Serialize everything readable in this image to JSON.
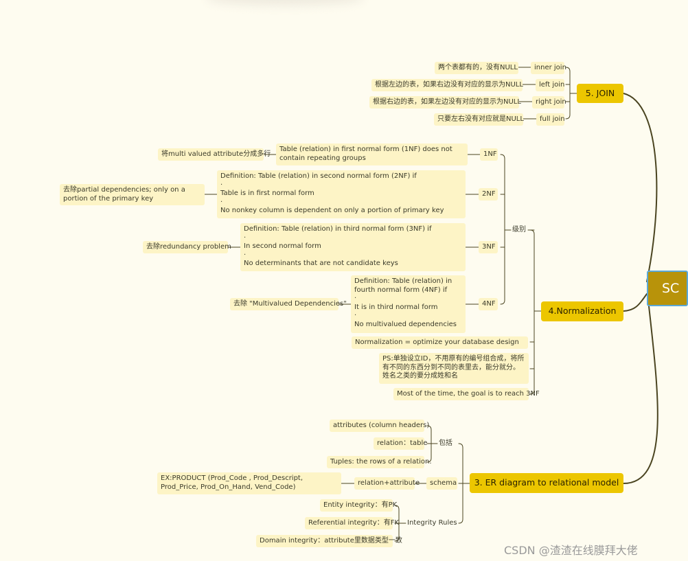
{
  "root": {
    "label": "SC"
  },
  "join": {
    "title": "5. JOIN",
    "items": [
      {
        "type": "inner join",
        "desc": "两个表都有的，没有NULL"
      },
      {
        "type": "left join",
        "desc": "根据左边的表，如果右边没有对应的显示为NULL"
      },
      {
        "type": "right join",
        "desc": "根据右边的表，如果左边没有对应的显示为NULL"
      },
      {
        "type": "full join",
        "desc": "只要左右没有对应就是NULL"
      }
    ]
  },
  "normalization": {
    "title": "4.Normalization",
    "levels_label": "级别",
    "levels": [
      {
        "label": "1NF",
        "definition": "Table (relation) in first normal form (1NF) does not contain repeating groups",
        "note": "将multi valued attribute分成多行"
      },
      {
        "label": "2NF",
        "definition": "Definition: Table (relation) in second normal form (2NF) if\n·\nTable is in first normal form\n·\nNo nonkey column is dependent on only a portion of primary key",
        "note": " 去除partial dependencies; only on a portion of the primary key"
      },
      {
        "label": "3NF",
        "definition": "Definition: Table (relation) in third normal form (3NF) if\n·\nIn second normal form\n·\nNo determinants that are not candidate keys",
        "note": "去除redundancy problem"
      },
      {
        "label": "4NF",
        "definition": "Definition: Table (relation) in fourth normal form (4NF) if\n·\nIt is in third normal form\n·\nNo multivalued dependencies",
        "note": "去除 \"Multivalued Dependencies\""
      }
    ],
    "optimize": "Normalization = optimize your database design",
    "ps": "PS:单独设立ID，不用原有的编号组合成，将所有不同的东西分到不同的表里去，能分就分。姓名之类的要分成姓和名",
    "goal": "Most of the time, the goal is to reach 3NF"
  },
  "er": {
    "title": "3. ER diagram to relational model",
    "include_label": "包括",
    "include_items": [
      "attributes (column headers)",
      "relation：table",
      "Tuples: the rows of a relation."
    ],
    "schema_label": "schema",
    "schema_rel": "relation+attribute",
    "schema_example": "EX:PRODUCT (Prod_Code , Prod_Descript, Prod_Price, Prod_On_Hand, Vend_Code)",
    "integrity_label": "Integrity Rules",
    "integrity_items": [
      "Entity integrity：有PK",
      "Referential integrity：有FK",
      "Domain integrity：attribute里数据类型一致"
    ]
  },
  "watermark": "CSDN @渣渣在线膜拜大佬",
  "colors": {
    "major": "#ecc600",
    "leaf": "#fdf4c6",
    "root": "#b8930a",
    "line": "#4a4420",
    "background": "#fefcf0"
  }
}
